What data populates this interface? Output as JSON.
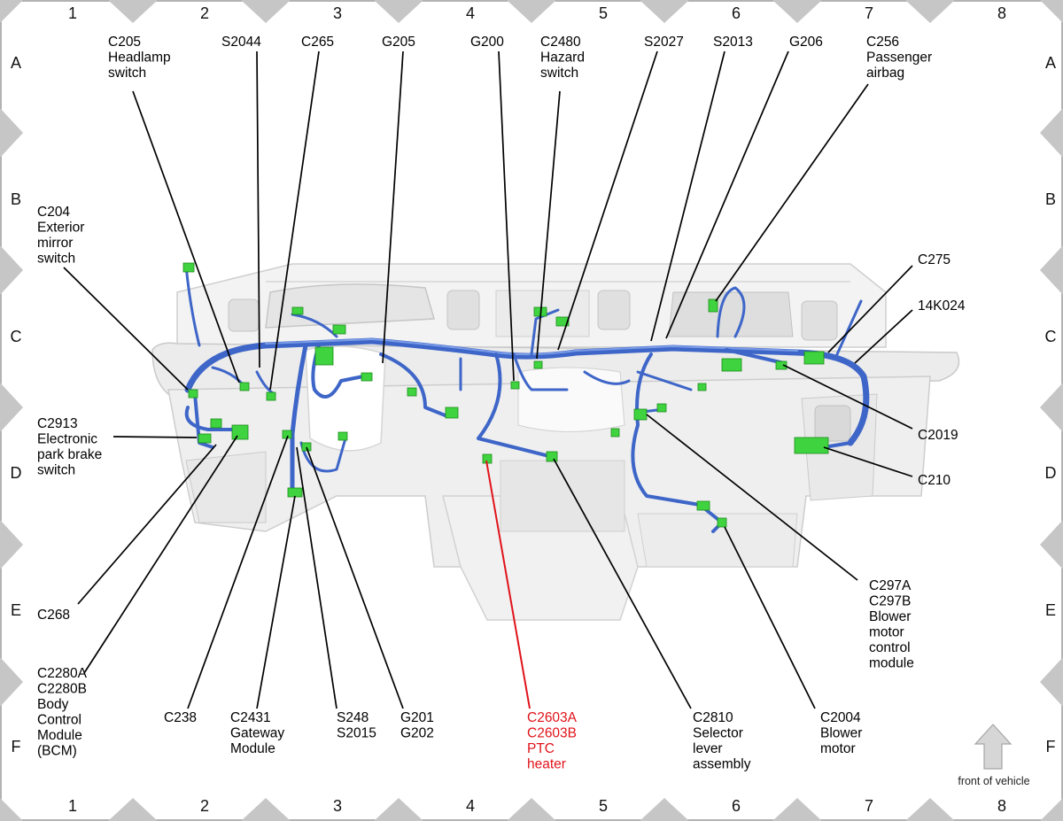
{
  "grid": {
    "columns": [
      "1",
      "2",
      "3",
      "4",
      "5",
      "6",
      "7",
      "8"
    ],
    "rows": [
      "A",
      "B",
      "C",
      "D",
      "E",
      "F"
    ]
  },
  "labels": {
    "c205": [
      "C205",
      "Headlamp",
      "switch"
    ],
    "s2044": [
      "S2044"
    ],
    "c265": [
      "C265"
    ],
    "g205": [
      "G205"
    ],
    "g200": [
      "G200"
    ],
    "c2480": [
      "C2480",
      "Hazard",
      "switch"
    ],
    "s2027": [
      "S2027"
    ],
    "s2013": [
      "S2013"
    ],
    "g206": [
      "G206"
    ],
    "c256": [
      "C256",
      "Passenger",
      "airbag"
    ],
    "c204": [
      "C204",
      "Exterior",
      "mirror",
      "switch"
    ],
    "c275": [
      "C275"
    ],
    "k14k024": [
      "14K024"
    ],
    "c2913": [
      "C2913",
      "Electronic",
      "park brake",
      "switch"
    ],
    "c2019": [
      "C2019"
    ],
    "c210": [
      "C210"
    ],
    "c268": [
      "C268"
    ],
    "c297": [
      "C297A",
      "C297B",
      "Blower",
      "motor",
      "control",
      "module"
    ],
    "c2280": [
      "C2280A",
      "C2280B",
      "Body",
      "Control",
      "Module",
      "(BCM)"
    ],
    "c238": [
      "C238"
    ],
    "c2431": [
      "C2431",
      "Gateway",
      "Module"
    ],
    "s248": [
      "S248",
      "S2015"
    ],
    "g201": [
      "G201",
      "G202"
    ],
    "c2603": [
      "C2603A",
      "C2603B",
      "PTC",
      "heater"
    ],
    "c2810": [
      "C2810",
      "Selector",
      "lever",
      "assembly"
    ],
    "c2004": [
      "C2004",
      "Blower",
      "motor"
    ]
  },
  "front_indicator": {
    "text": "front of vehicle",
    "icon": "up-arrow-icon"
  },
  "colors": {
    "harness": "#3e66c8",
    "connector": "#3fd43f",
    "highlight_label": "#e0131a",
    "grid_marker": "#c4c4c4"
  }
}
